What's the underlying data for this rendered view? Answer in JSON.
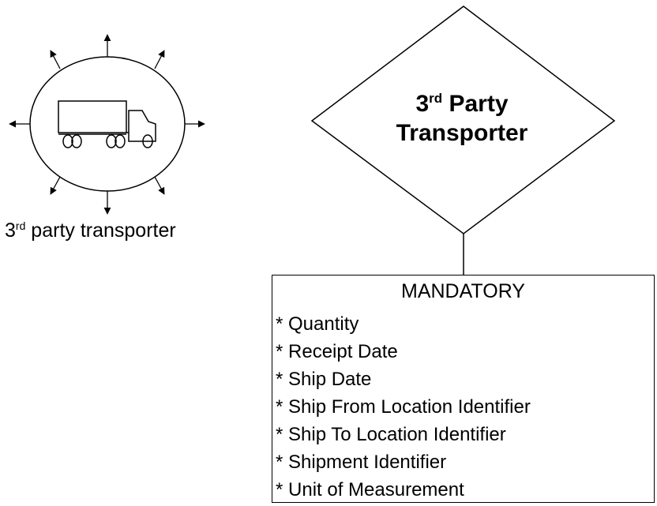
{
  "transporter_icon": {
    "icon": "truck-icon",
    "caption": {
      "prefix": "3",
      "superscript": "rd",
      "rest": " party transporter"
    }
  },
  "entity": {
    "line1": {
      "prefix": "3",
      "superscript": "rd",
      "rest": " Party"
    },
    "line2": "Transporter"
  },
  "mandatory": {
    "title": "MANDATORY",
    "items": [
      "* Quantity",
      "* Receipt Date",
      "* Ship Date",
      "* Ship From Location Identifier",
      "* Ship To Location Identifier",
      "* Shipment Identifier",
      "* Unit of Measurement"
    ]
  }
}
